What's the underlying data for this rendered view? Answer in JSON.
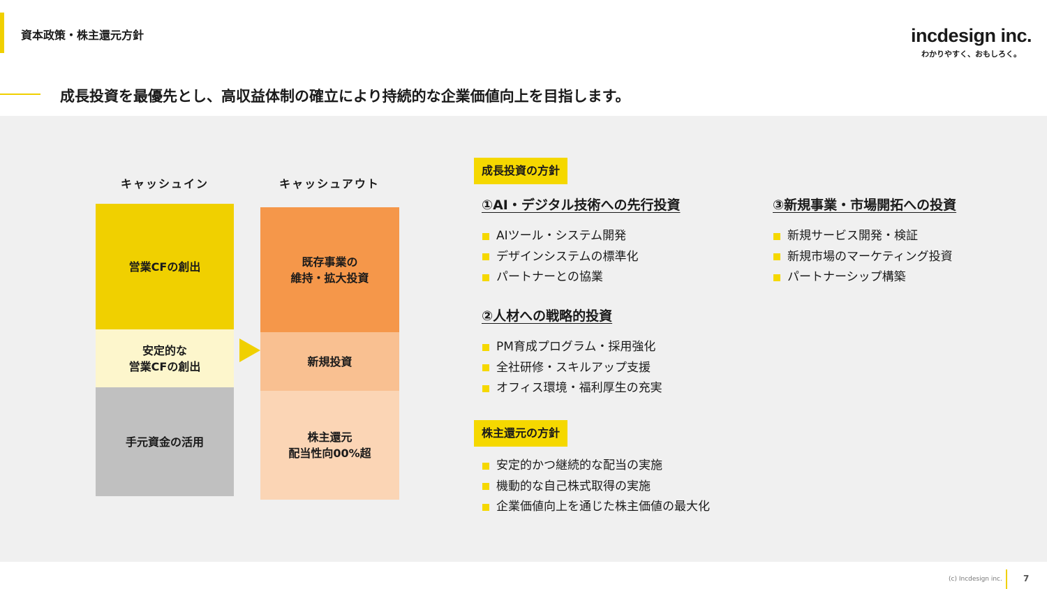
{
  "header": {
    "title": "資本政策・株主還元方針",
    "logo": "incdesign inc.",
    "tagline": "わかりやすく、おもしろく。"
  },
  "subtitle": "成長投資を最優先とし、高収益体制の確立により持続的な企業価値向上を目指します。",
  "cash_in": {
    "heading": "キャッシュイン",
    "blocks": [
      {
        "line1": "営業CFの創出",
        "line2": ""
      },
      {
        "line1": "安定的な",
        "line2": "営業CFの創出"
      },
      {
        "line1": "手元資金の活用",
        "line2": ""
      }
    ]
  },
  "cash_out": {
    "heading": "キャッシュアウト",
    "blocks": [
      {
        "line1": "既存事業の",
        "line2": "維持・拡大投資"
      },
      {
        "line1": "新規投資",
        "line2": ""
      },
      {
        "line1": "株主還元",
        "line2": "配当性向00%超"
      }
    ]
  },
  "growth": {
    "label": "成長投資の方針",
    "sections": [
      {
        "heading": "①AI・デジタル技術への先行投資",
        "items": [
          "AIツール・システム開発",
          "デザインシステムの標準化",
          "パートナーとの協業"
        ]
      },
      {
        "heading": "②人材への戦略的投資",
        "items": [
          "PM育成プログラム・採用強化",
          "全社研修・スキルアップ支援",
          "オフィス環境・福利厚生の充実"
        ]
      },
      {
        "heading": "③新規事業・市場開拓への投資",
        "items": [
          "新規サービス開発・検証",
          "新規市場のマーケティング投資",
          "パートナーシップ構築"
        ]
      }
    ]
  },
  "returns": {
    "label": "株主還元の方針",
    "items": [
      "安定的かつ継続的な配当の実施",
      "機動的な自己株式取得の実施",
      "企業価値向上を通じた株主価値の最大化"
    ]
  },
  "footer": {
    "copyright": "(c) Incdesign inc.",
    "page": "7"
  }
}
